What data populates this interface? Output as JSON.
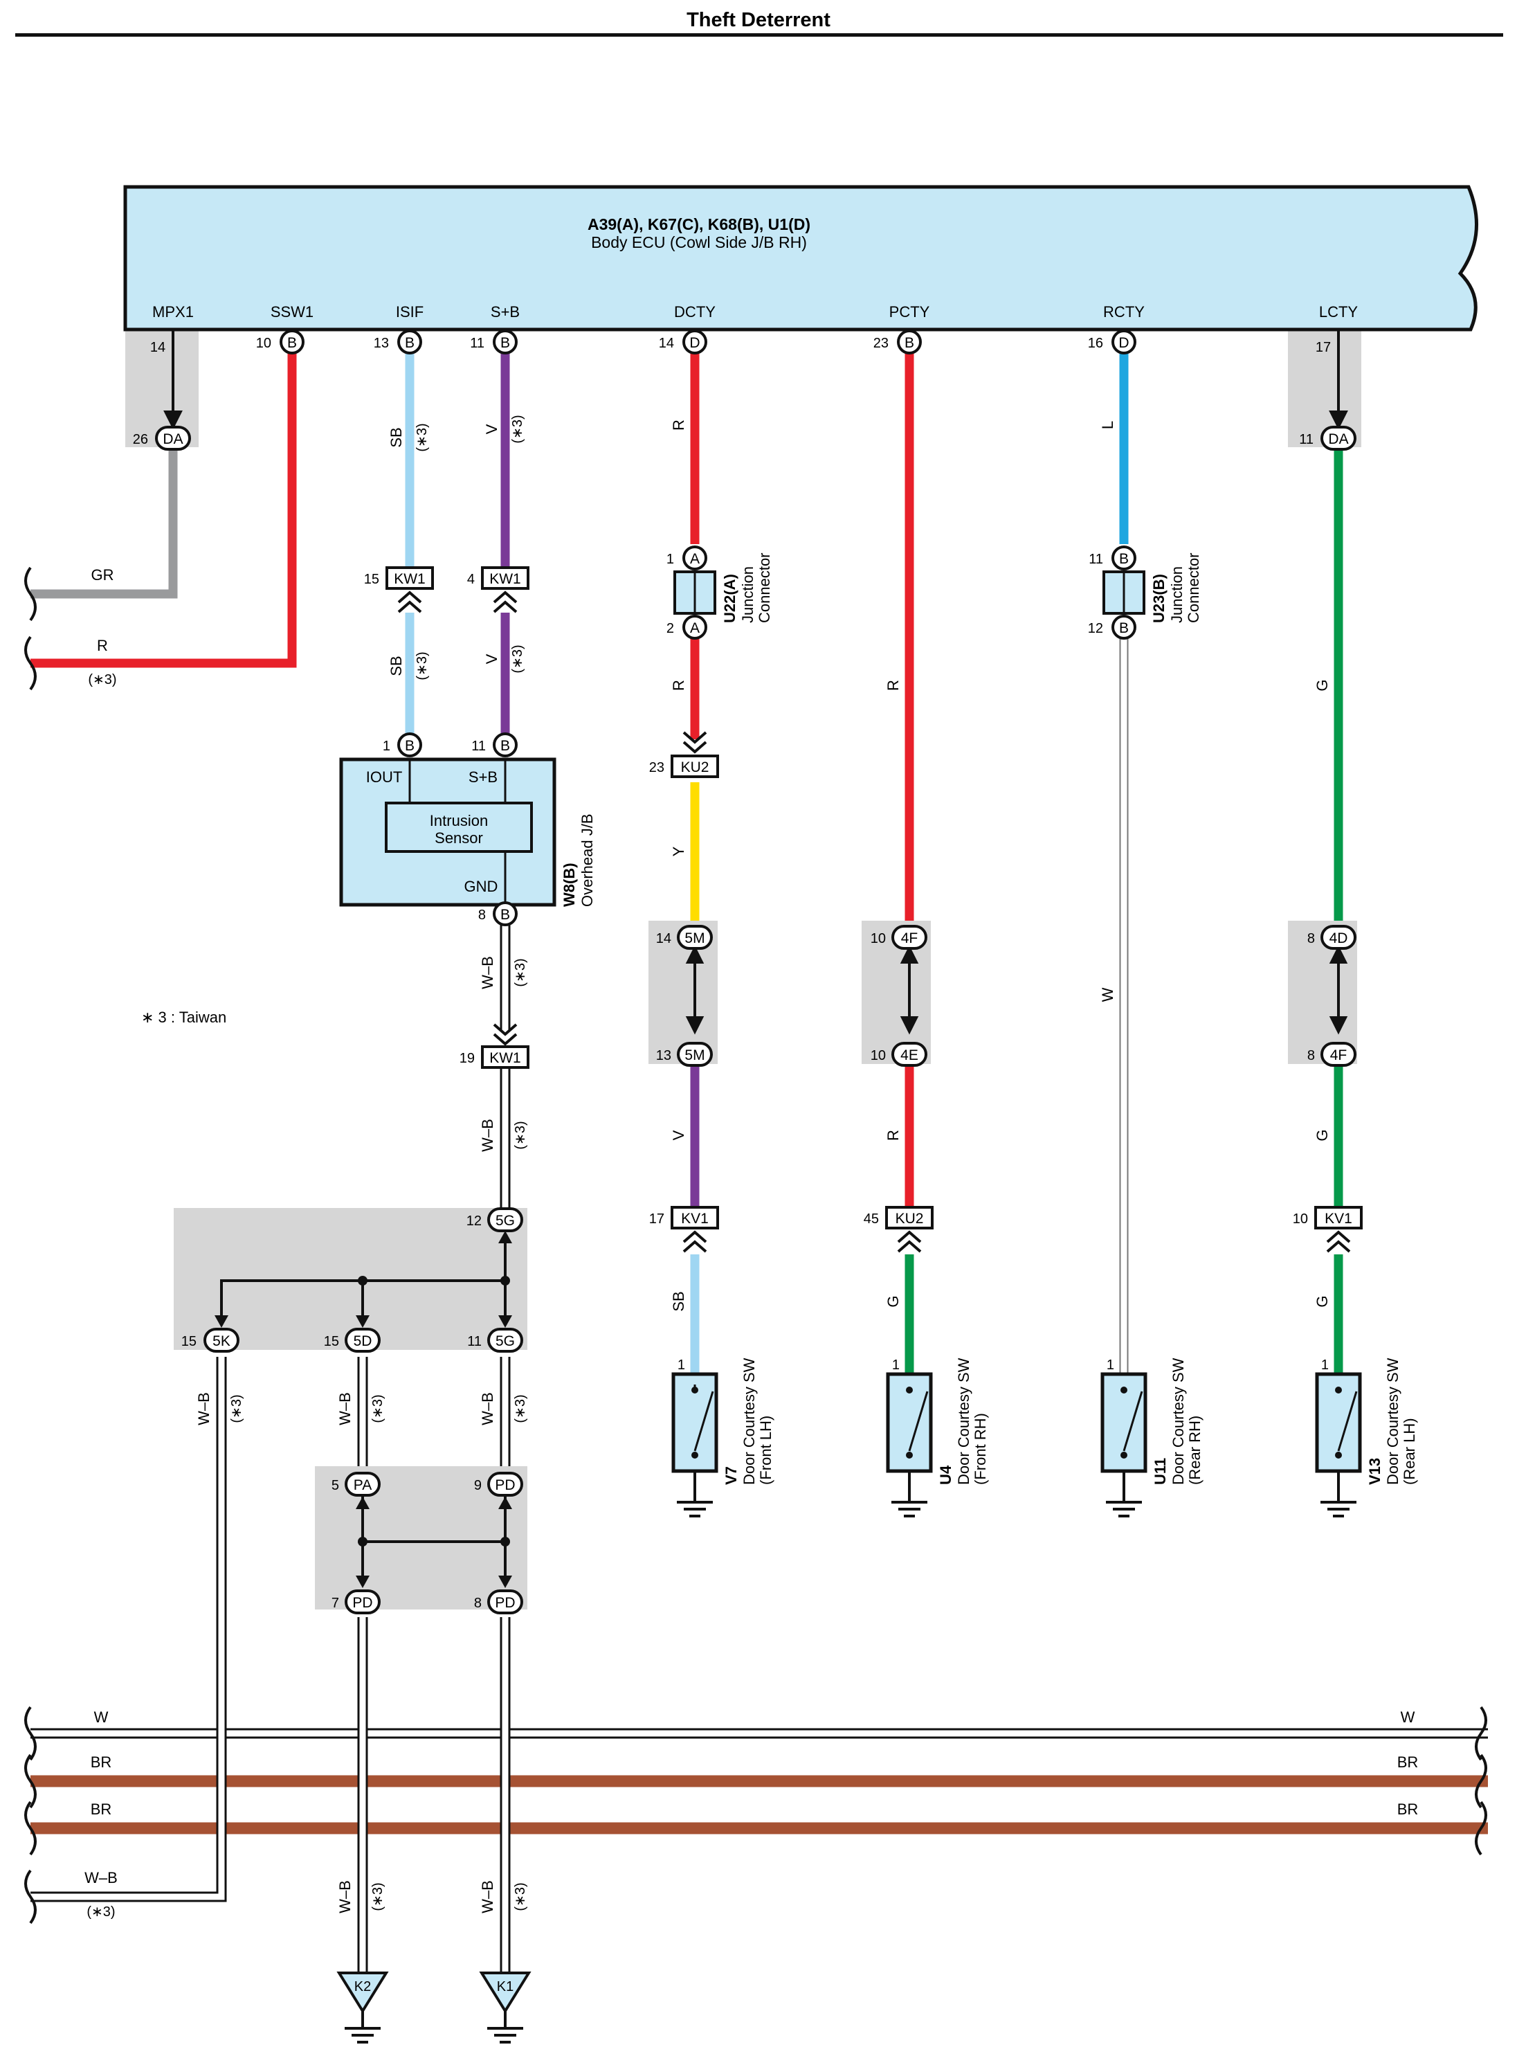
{
  "page_title": "Theft Deterrent",
  "note": "∗ 3 : Taiwan",
  "ecu": {
    "connectors": "A39(A), K67(C), K68(B), U1(D)",
    "name": "Body ECU (Cowl Side J/B RH)",
    "terminals": [
      {
        "name": "MPX1",
        "pin": "14",
        "conn": ""
      },
      {
        "name": "SSW1",
        "pin": "10",
        "conn": "B"
      },
      {
        "name": "ISIF",
        "pin": "13",
        "conn": "B"
      },
      {
        "name": "S+B",
        "pin": "11",
        "conn": "B"
      },
      {
        "name": "DCTY",
        "pin": "14",
        "conn": "D"
      },
      {
        "name": "PCTY",
        "pin": "23",
        "conn": "B"
      },
      {
        "name": "RCTY",
        "pin": "16",
        "conn": "D"
      },
      {
        "name": "LCTY",
        "pin": "17",
        "conn": ""
      }
    ]
  },
  "wire_colors": {
    "R": "#e8202a",
    "SB": "#9fd6f2",
    "V": "#7a3a97",
    "Y": "#ffdd00",
    "L": "#1ea6e0",
    "G": "#06994a",
    "GR": "#999a9c",
    "BR": "#a65233",
    "W": "#ffffff",
    "W-B": "#ffffff",
    "box_fill": "#c6e8f6",
    "shade": "#d6d6d6"
  },
  "labels": {
    "gr": "GR",
    "r": "R",
    "sb": "SB",
    "v": "V",
    "y": "Y",
    "l": "L",
    "g": "G",
    "w": "W",
    "br": "BR",
    "wb": "W–B",
    "taiwan": "(∗3)",
    "kw1": "KW1",
    "ku2": "KU2",
    "kv1": "KV1",
    "da": "DA",
    "a": "A",
    "b": "B",
    "c5m": "5M",
    "c4f": "4F",
    "c4e": "4E",
    "c4d": "4D",
    "c5g": "5G",
    "c5k": "5K",
    "c5d": "5D",
    "pa": "PA",
    "pd": "PD",
    "k1": "K1",
    "k2": "K2",
    "pins": {
      "p1": "1",
      "p2": "2",
      "p4": "4",
      "p5": "5",
      "p7": "7",
      "p8": "8",
      "p9": "9",
      "p10": "10",
      "p11": "11",
      "p12": "12",
      "p13": "13",
      "p14": "14",
      "p15": "15",
      "p17": "17",
      "p19": "19",
      "p23": "23",
      "p26": "26",
      "p45": "45"
    }
  },
  "components": {
    "w8": {
      "id": "W8(B)",
      "desc": "Overhead J/B",
      "iout": "IOUT",
      "sb": "S+B",
      "sensor1": "Intrusion",
      "sensor2": "Sensor",
      "gnd": "GND"
    },
    "u22": {
      "id": "U22(A)",
      "desc1": "Junction",
      "desc2": "Connector"
    },
    "u23": {
      "id": "U23(B)",
      "desc1": "Junction",
      "desc2": "Connector"
    },
    "v7": {
      "id": "V7",
      "desc1": "Door Courtesy SW",
      "desc2": "(Front LH)"
    },
    "u4": {
      "id": "U4",
      "desc1": "Door Courtesy SW",
      "desc2": "(Front RH)"
    },
    "u11": {
      "id": "U11",
      "desc1": "Door Courtesy SW",
      "desc2": "(Rear RH)"
    },
    "v13": {
      "id": "V13",
      "desc1": "Door Courtesy SW",
      "desc2": "(Rear LH)"
    }
  }
}
